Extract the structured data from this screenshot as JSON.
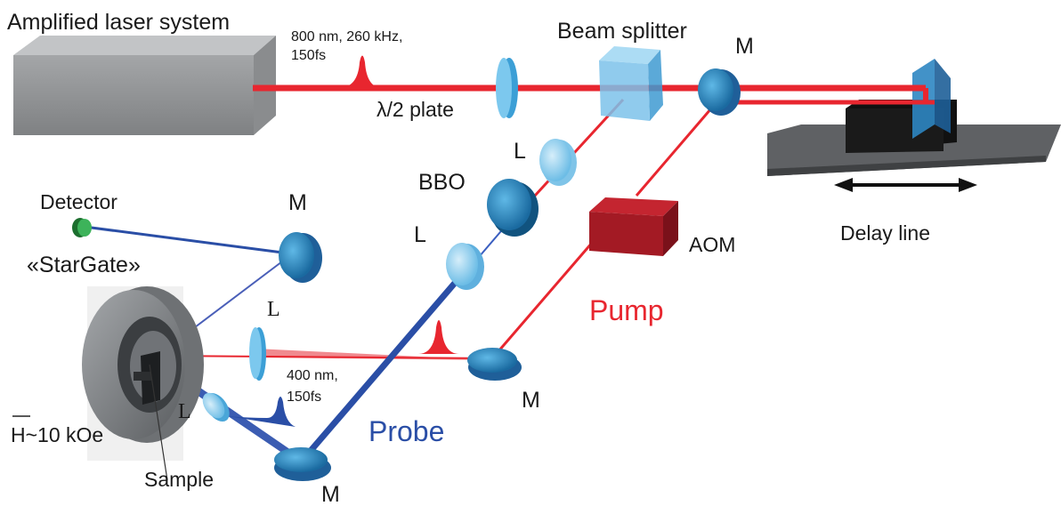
{
  "colors": {
    "pump": "#e8262f",
    "probe": "#2a4ea6",
    "optic": "#3aa3d6",
    "optic_light": "#9fd3ef",
    "aom": "#a31a24",
    "grey_box": "#8d8f92"
  },
  "labels": {
    "laser_system": "Amplified laser system",
    "laser_params_line1": "800 nm, 260 kHz,",
    "laser_params_line2": "150fs",
    "half_wave_plate": "λ/2 plate",
    "beam_splitter": "Beam splitter",
    "mirror_top": "M",
    "lens_upper": "L",
    "bbo": "BBO",
    "lens_lower": "L",
    "detector": "Detector",
    "mirror_detector": "M",
    "stargate": "«StarGate»",
    "lens_detector": "L",
    "aom": "AOM",
    "delay_line": "Delay line",
    "pump": "Pump",
    "probe_params_line1": "400 nm,",
    "probe_params_line2": "150fs",
    "mirror_pump": "M",
    "probe": "Probe",
    "lens_probe": "L",
    "field": "H~10 kOe",
    "sample": "Sample",
    "mirror_probe": "M"
  }
}
